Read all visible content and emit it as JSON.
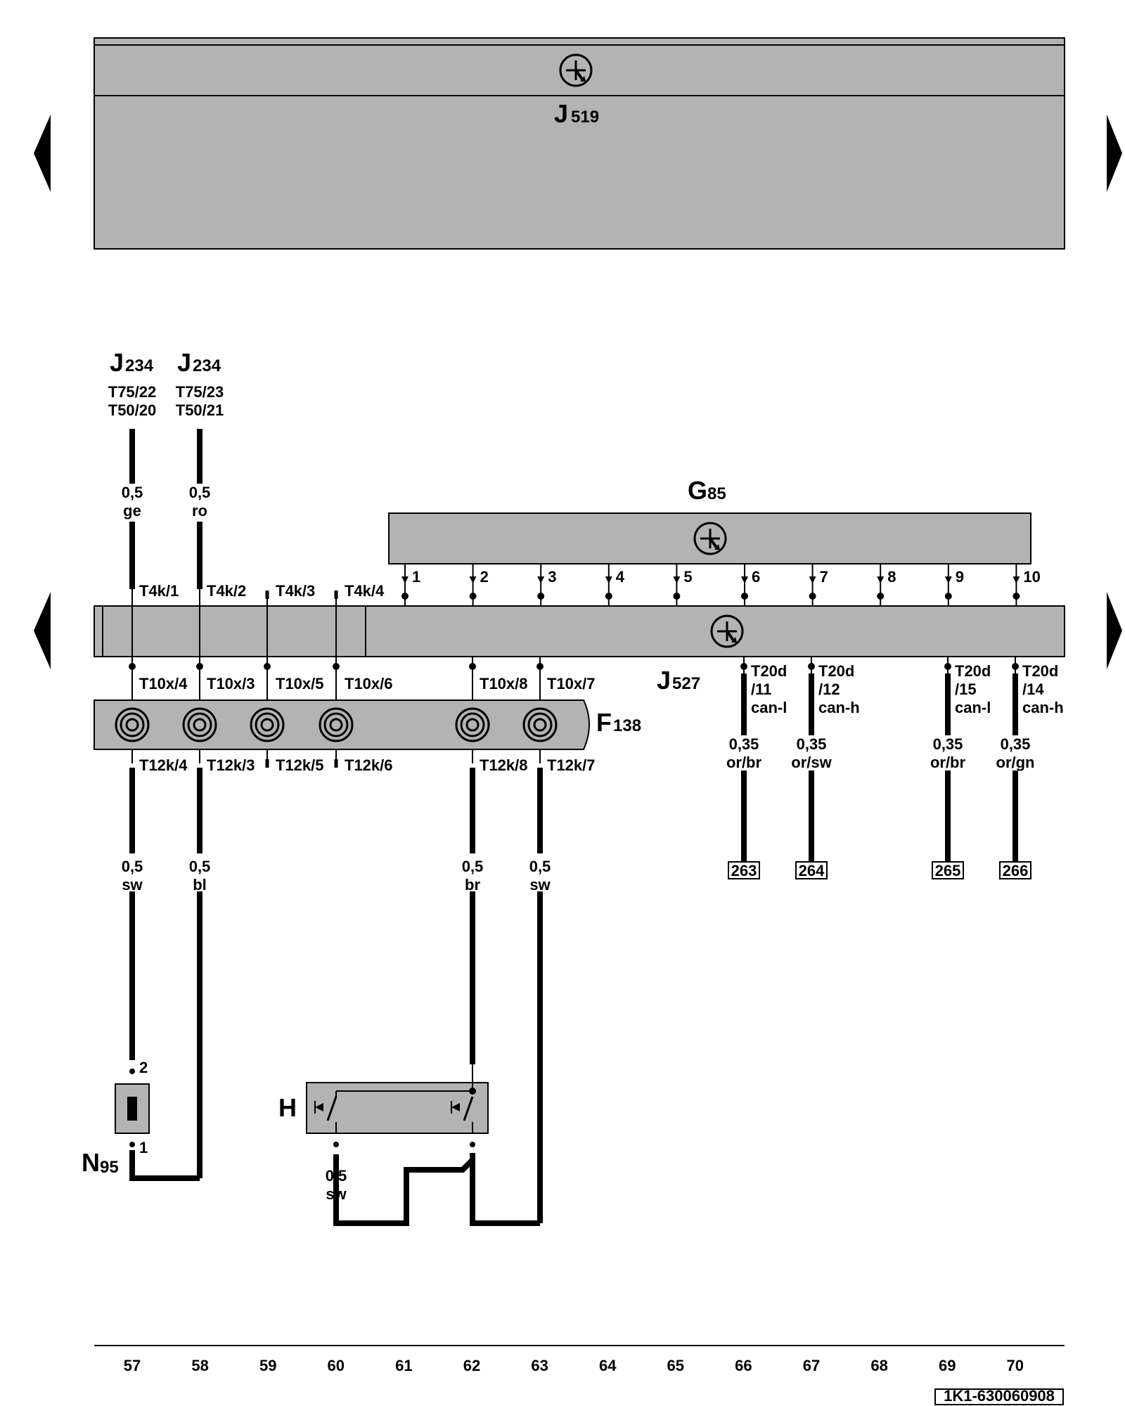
{
  "components": {
    "j519": {
      "letter": "J",
      "num": "519"
    },
    "j527": {
      "letter": "J",
      "num": "527"
    },
    "g85": {
      "letter": "G",
      "num": "85"
    },
    "f138": {
      "letter": "F",
      "num": "138"
    },
    "n95": {
      "letter": "N",
      "num": "95"
    },
    "h": {
      "letter": "H"
    }
  },
  "top_refs": [
    {
      "letter": "J",
      "num": "234",
      "pin_a": "T75/22",
      "pin_b": "T50/20",
      "gauge": "0,5",
      "color": "ge"
    },
    {
      "letter": "J",
      "num": "234",
      "pin_a": "T75/23",
      "pin_b": "T50/21",
      "gauge": "0,5",
      "color": "ro"
    }
  ],
  "t4k_pins": [
    "T4k/1",
    "T4k/2",
    "T4k/3",
    "T4k/4"
  ],
  "t10x_pins": [
    "T10x/4",
    "T10x/3",
    "T10x/5",
    "T10x/6",
    "T10x/8",
    "T10x/7"
  ],
  "t12k_pins": [
    "T12k/4",
    "T12k/3",
    "T12k/5",
    "T12k/6",
    "T12k/8",
    "T12k/7"
  ],
  "g85_pins": [
    "1",
    "2",
    "3",
    "4",
    "5",
    "6",
    "7",
    "8",
    "9",
    "10"
  ],
  "lower_wires": [
    {
      "gauge": "0,5",
      "color": "sw"
    },
    {
      "gauge": "0,5",
      "color": "bl"
    },
    {
      "gauge": "0,5",
      "color": "br"
    },
    {
      "gauge": "0,5",
      "color": "sw"
    }
  ],
  "can_wires": [
    {
      "pin": "T20d",
      "pin2": "/11",
      "signal": "can-l",
      "gauge": "0,35",
      "color": "or/br",
      "ref": "263"
    },
    {
      "pin": "T20d",
      "pin2": "/12",
      "signal": "can-h",
      "gauge": "0,35",
      "color": "or/sw",
      "ref": "264"
    },
    {
      "pin": "T20d",
      "pin2": "/15",
      "signal": "can-l",
      "gauge": "0,35",
      "color": "or/br",
      "ref": "265"
    },
    {
      "pin": "T20d",
      "pin2": "/14",
      "signal": "can-h",
      "gauge": "0,35",
      "color": "or/gn",
      "ref": "266"
    }
  ],
  "n95_pins": [
    "2",
    "1"
  ],
  "h_wire": {
    "gauge": "0,5",
    "color": "sw"
  },
  "columns": [
    "57",
    "58",
    "59",
    "60",
    "61",
    "62",
    "63",
    "64",
    "65",
    "66",
    "67",
    "68",
    "69",
    "70"
  ],
  "doc_id": "1K1-630060908"
}
